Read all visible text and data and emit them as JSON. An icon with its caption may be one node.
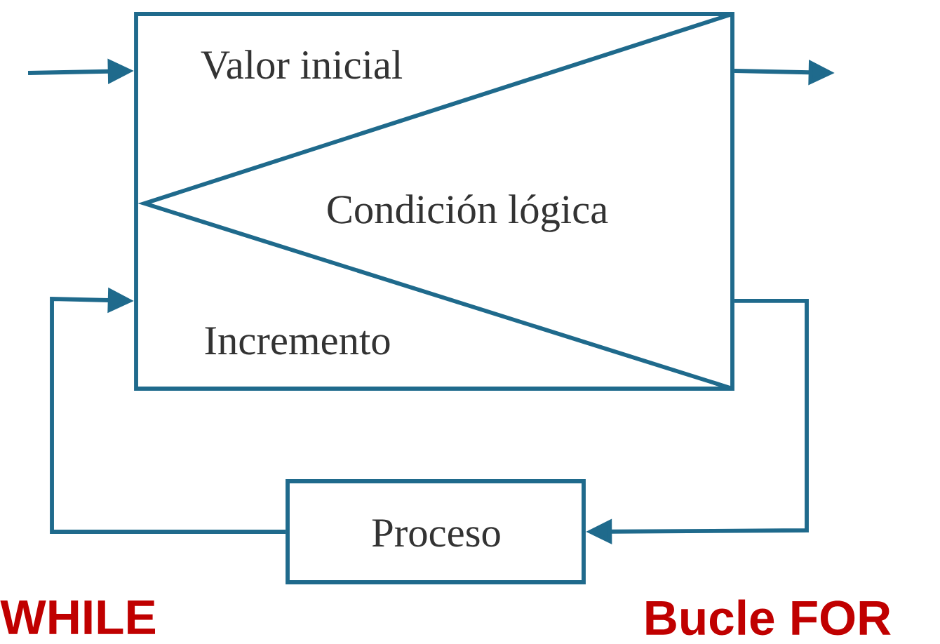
{
  "diagram": {
    "nodes": [
      {
        "text": [
          "Valor inicial",
          "Condición lógica",
          "Incremento"
        ]
      },
      {
        "text": [
          "Proceso"
        ]
      }
    ],
    "edges": [
      {
        "from": null,
        "to": 0,
        "arrow": "to"
      },
      {
        "from": 0,
        "to": null,
        "arrow": "to"
      },
      {
        "from": 0,
        "to": 1,
        "arrow": "to"
      },
      {
        "from": 1,
        "to": 0,
        "arrow": "to"
      }
    ],
    "labels": [
      "WHILE",
      "Bucle FOR"
    ]
  }
}
